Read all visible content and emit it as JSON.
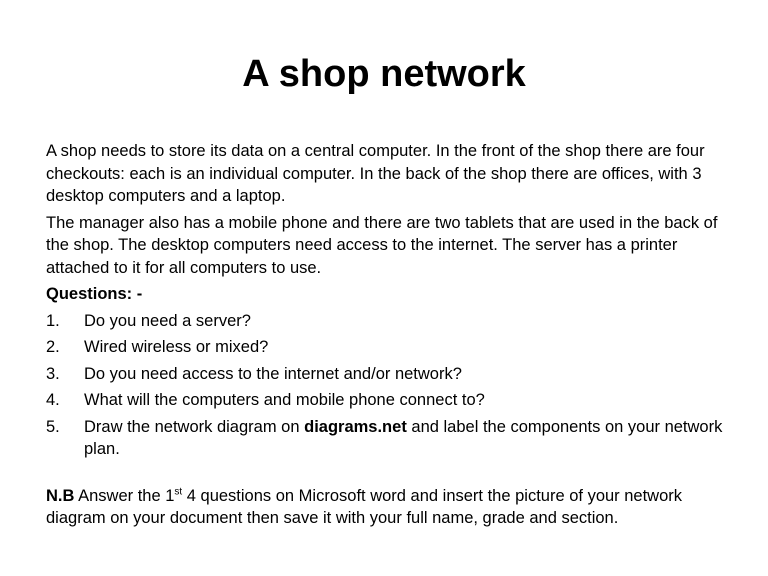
{
  "title": "A shop network",
  "paragraphs": [
    "A shop needs to store its data on a central computer. In the front of the shop there are four checkouts: each is an individual computer. In the back of the shop there are offices, with 3 desktop computers and a laptop.",
    "The manager also has a mobile phone and there are two tablets that are used in the back of the shop. The desktop computers need access to the internet. The server has a printer attached to it for all computers to use."
  ],
  "questions_heading": "Questions: -",
  "questions": [
    {
      "num": "1.",
      "text": "Do you need a server?"
    },
    {
      "num": "2.",
      "text": "Wired wireless or mixed?"
    },
    {
      "num": "3.",
      "text": "Do you need access to the internet and/or network?"
    },
    {
      "num": "4.",
      "text": "What will the computers and mobile phone connect to?"
    },
    {
      "num": "5.",
      "text_before": "Draw the network diagram on ",
      "text_bold": "diagrams.net",
      "text_after": " and label the components on your network plan."
    }
  ],
  "note": {
    "label": "N.B",
    "text_before": " Answer the 1",
    "superscript": "st",
    "text_after": " 4 questions on Microsoft word and insert the picture of your network diagram on your document then save it with your full name, grade and section."
  }
}
